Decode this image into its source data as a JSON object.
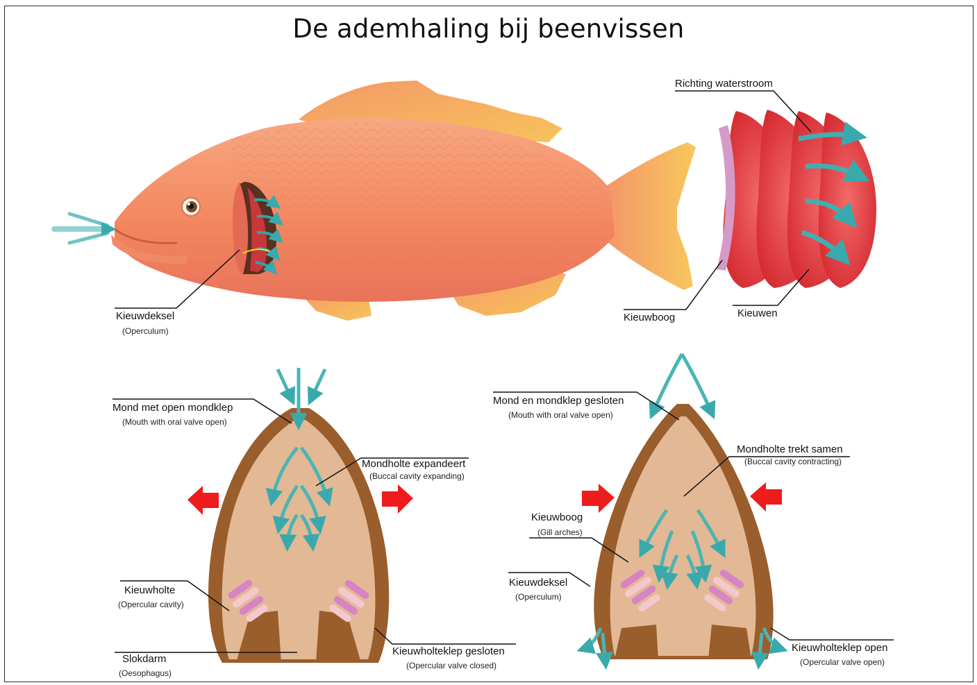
{
  "title": "De ademhaling bij beenvissen",
  "labels": {
    "operculum": {
      "main": "Kieuwdeksel",
      "sub": "(Operculum)"
    },
    "waterflow": {
      "main": "Richting waterstroom"
    },
    "gill_arch": {
      "main": "Kieuwboog"
    },
    "gills": {
      "main": "Kieuwen"
    },
    "left": {
      "mouth": {
        "main": "Mond met open mondklep",
        "sub": "(Mouth with oral valve open)"
      },
      "buccal": {
        "main": "Mondholte expandeert",
        "sub": "(Buccal cavity expanding)"
      },
      "opercular_cavity": {
        "main": "Kieuwholte",
        "sub": "(Opercular cavity)"
      },
      "oesophagus": {
        "main": "Slokdarm",
        "sub": "(Oesophagus)"
      },
      "valve": {
        "main": "Kieuwholteklep gesloten",
        "sub": "(Opercular valve closed)"
      }
    },
    "right": {
      "mouth": {
        "main": "Mond en mondklep gesloten",
        "sub": "(Mouth with oral valve open)"
      },
      "buccal": {
        "main": "Mondholte trekt samen",
        "sub": "(Buccal cavity contracting)"
      },
      "gill_arches": {
        "main": "Kieuwboog",
        "sub": "(Gill arches)"
      },
      "operculum": {
        "main": "Kieuwdeksel",
        "sub": "(Operculum)"
      },
      "valve": {
        "main": "Kieuwholteklep open",
        "sub": "(Opercular valve open)"
      }
    }
  },
  "colors": {
    "fish_body": "#f4916a",
    "fin": "#f6b15a",
    "gill_red": "#e8363b",
    "arch_pink": "#d69ac8",
    "cavity_brown": "#9a5d2c",
    "cavity_inner": "#e2b994",
    "water_arrow": "#4bb4b4",
    "force_arrow": "#ee1c1c"
  }
}
